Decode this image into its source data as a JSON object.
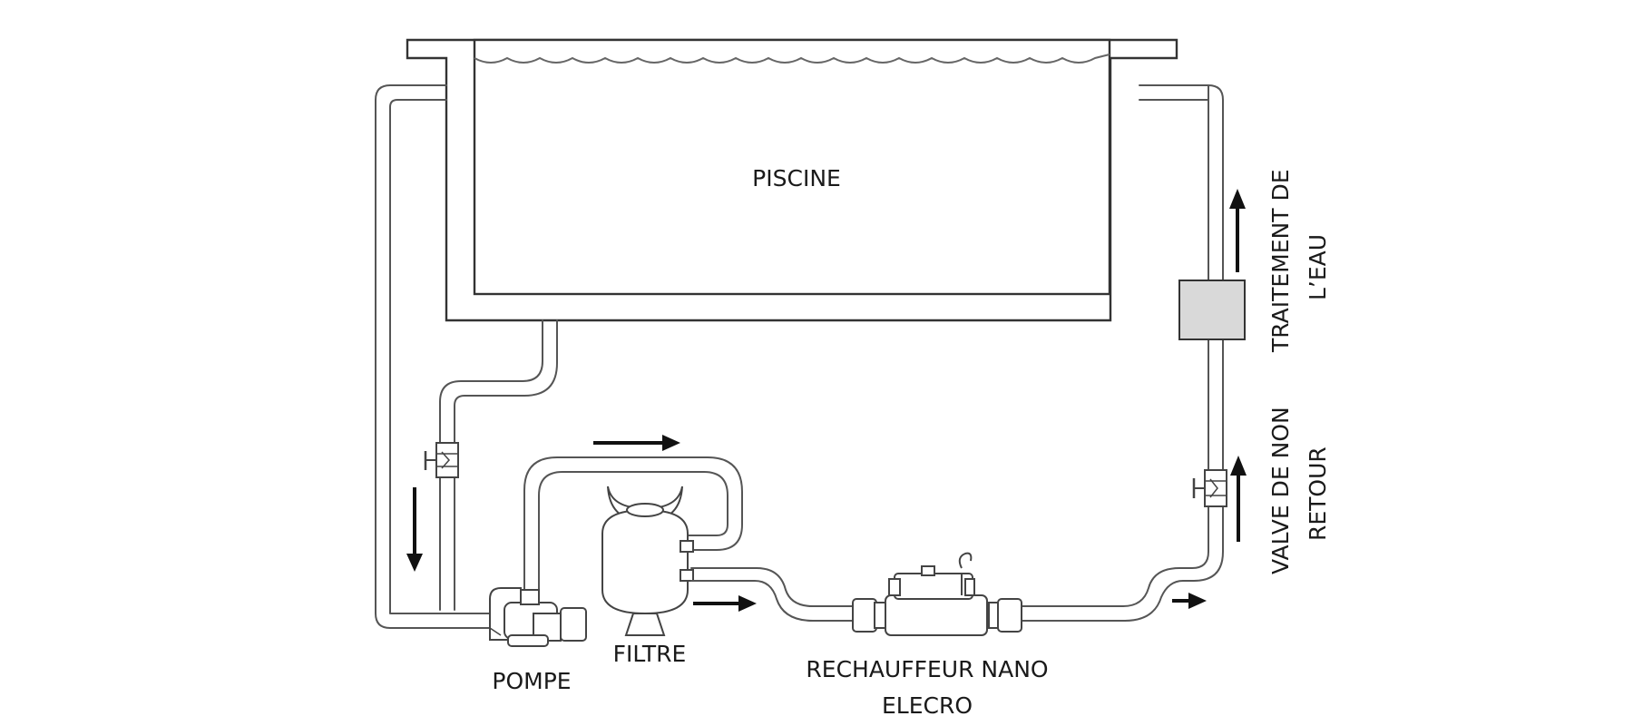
{
  "labels": {
    "pool": "PISCINE",
    "pump": "POMPE",
    "filter": "FILTRE",
    "heater_line1": "RECHAUFFEUR NANO",
    "heater_line2": "ELECRO",
    "treatment_line1": "TRAITEMENT DE",
    "treatment_line2": "L’EAU",
    "valve_line1": "VALVE DE NON",
    "valve_line2": "RETOUR"
  },
  "colors": {
    "line": "#444444",
    "arrow": "#111111",
    "treatment_box": "#d9d9d9",
    "background": "#ffffff"
  },
  "flow_arrows": [
    {
      "id": "left-down",
      "direction": "down"
    },
    {
      "id": "top-right",
      "direction": "right"
    },
    {
      "id": "filter-out",
      "direction": "right"
    },
    {
      "id": "return-right",
      "direction": "right"
    },
    {
      "id": "valve-up",
      "direction": "up"
    },
    {
      "id": "treatment-up",
      "direction": "up"
    }
  ]
}
